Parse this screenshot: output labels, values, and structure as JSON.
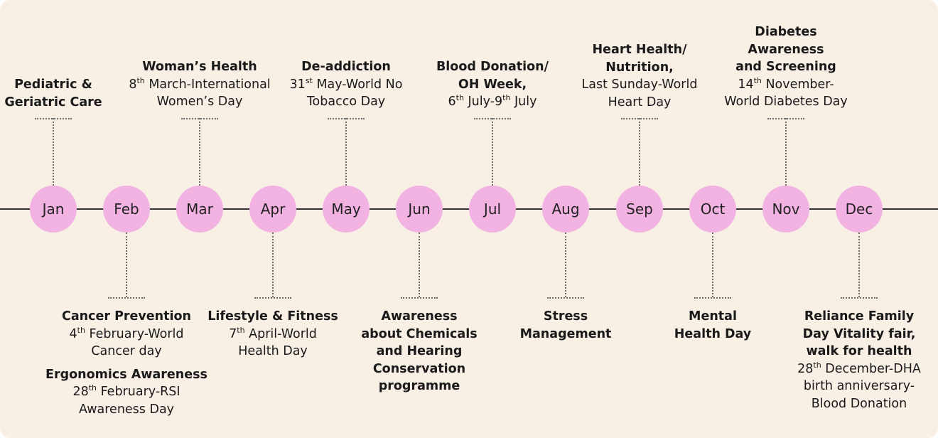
{
  "months": [
    {
      "abbr": "Jan",
      "position": "top",
      "blocks": [
        {
          "heading": "Pediatric &\nGeriatric Care",
          "lines": []
        }
      ]
    },
    {
      "abbr": "Feb",
      "position": "bottom",
      "blocks": [
        {
          "heading": "Cancer Prevention",
          "lines": [
            {
              "pre": "4",
              "sup": "th",
              "post": " February-World"
            },
            {
              "pre": "Cancer day",
              "sup": "",
              "post": ""
            }
          ]
        },
        {
          "heading": "Ergonomics Awareness",
          "lines": [
            {
              "pre": "28",
              "sup": "th",
              "post": " February-RSI"
            },
            {
              "pre": "Awareness Day",
              "sup": "",
              "post": ""
            }
          ]
        }
      ]
    },
    {
      "abbr": "Mar",
      "position": "top",
      "blocks": [
        {
          "heading": "Woman’s Health",
          "lines": [
            {
              "pre": "8",
              "sup": "th",
              "post": " March-International"
            },
            {
              "pre": "Women’s Day",
              "sup": "",
              "post": ""
            }
          ]
        }
      ]
    },
    {
      "abbr": "Apr",
      "position": "bottom",
      "blocks": [
        {
          "heading": "Lifestyle & Fitness",
          "lines": [
            {
              "pre": "7",
              "sup": "th",
              "post": " April-World"
            },
            {
              "pre": "Health Day",
              "sup": "",
              "post": ""
            }
          ]
        }
      ]
    },
    {
      "abbr": "May",
      "position": "top",
      "blocks": [
        {
          "heading": "De-addiction",
          "lines": [
            {
              "pre": "31",
              "sup": "st",
              "post": " May-World No"
            },
            {
              "pre": "Tobacco Day",
              "sup": "",
              "post": ""
            }
          ]
        }
      ]
    },
    {
      "abbr": "Jun",
      "position": "bottom",
      "blocks": [
        {
          "heading": "Awareness\nabout Chemicals\nand Hearing\nConservation\nprogramme",
          "lines": []
        }
      ]
    },
    {
      "abbr": "Jul",
      "position": "top",
      "blocks": [
        {
          "heading": "Blood Donation/\nOH Week,",
          "lines": [
            {
              "pre": "6",
              "sup": "th",
              "post": " July-9"
            },
            {
              "pre": "",
              "sup": "th",
              "post": " July"
            }
          ],
          "inline_last": true
        }
      ]
    },
    {
      "abbr": "Aug",
      "position": "bottom",
      "blocks": [
        {
          "heading": "Stress\nManagement",
          "lines": []
        }
      ]
    },
    {
      "abbr": "Sep",
      "position": "top",
      "blocks": [
        {
          "heading": "Heart Health/\nNutrition,",
          "lines": [
            {
              "pre": "Last Sunday-World",
              "sup": "",
              "post": ""
            },
            {
              "pre": "Heart Day",
              "sup": "",
              "post": ""
            }
          ]
        }
      ]
    },
    {
      "abbr": "Oct",
      "position": "bottom",
      "blocks": [
        {
          "heading": "Mental\nHealth Day",
          "lines": []
        }
      ]
    },
    {
      "abbr": "Nov",
      "position": "top",
      "blocks": [
        {
          "heading": "Diabetes\nAwareness\nand Screening",
          "lines": [
            {
              "pre": "14",
              "sup": "th",
              "post": " November-"
            },
            {
              "pre": "World Diabetes Day",
              "sup": "",
              "post": ""
            }
          ]
        }
      ]
    },
    {
      "abbr": "Dec",
      "position": "bottom",
      "blocks": [
        {
          "heading": "Reliance Family\nDay Vitality fair,\nwalk for health",
          "lines": [
            {
              "pre": "28",
              "sup": "th",
              "post": " December-DHA"
            },
            {
              "pre": "birth anniversary-",
              "sup": "",
              "post": ""
            },
            {
              "pre": "Blood Donation",
              "sup": "",
              "post": ""
            }
          ]
        }
      ]
    }
  ],
  "colors": {
    "background": "#f8efe5",
    "circle": "#f2b3e3",
    "axis": "#333333"
  }
}
